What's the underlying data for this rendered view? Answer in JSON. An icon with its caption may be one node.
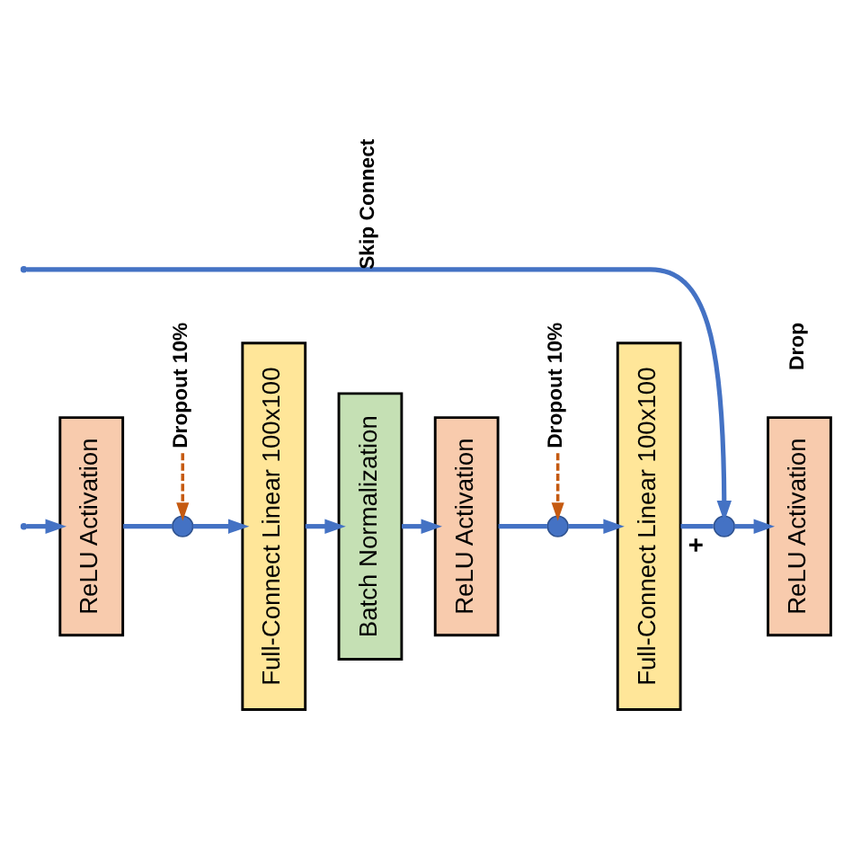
{
  "diagram": {
    "nodes": [
      {
        "text": [
          "ReLU Activation"
        ]
      },
      {
        "text": [],
        "shape": "circle"
      },
      {
        "text": [
          "Full-Connect Linear 100x100"
        ]
      },
      {
        "text": [
          "Batch Normalization"
        ]
      },
      {
        "text": [
          "ReLU Activation"
        ]
      },
      {
        "text": [],
        "shape": "circle"
      },
      {
        "text": [
          "Full-Connect Linear 100x100"
        ]
      },
      {
        "text": [],
        "shape": "circle",
        "beside": [
          "+"
        ]
      },
      {
        "text": [
          "ReLU Activation"
        ]
      },
      {
        "text": [
          "Dropout 10%"
        ]
      },
      {
        "text": [
          "Dropout 10%"
        ]
      }
    ],
    "edges": [
      {
        "from": null,
        "to": 0,
        "arrow": "to"
      },
      {
        "from": 0,
        "to": 1,
        "arrow": "none"
      },
      {
        "from": 1,
        "to": 2,
        "arrow": "to"
      },
      {
        "from": 2,
        "to": 3,
        "arrow": "to"
      },
      {
        "from": 3,
        "to": 4,
        "arrow": "to"
      },
      {
        "from": 4,
        "to": 5,
        "arrow": "none"
      },
      {
        "from": 5,
        "to": 6,
        "arrow": "to"
      },
      {
        "from": 6,
        "to": 7,
        "arrow": "none"
      },
      {
        "from": 7,
        "to": 8,
        "arrow": "to"
      },
      {
        "from": null,
        "to": 7,
        "arrow": "to",
        "label": "Skip Connect"
      },
      {
        "from": 9,
        "to": 1,
        "arrow": "to",
        "style": "dashed",
        "color": "#c55a11"
      },
      {
        "from": 10,
        "to": 5,
        "arrow": "to",
        "style": "dashed",
        "color": "#c55a11"
      }
    ],
    "labels": [
      "Drop"
    ]
  }
}
